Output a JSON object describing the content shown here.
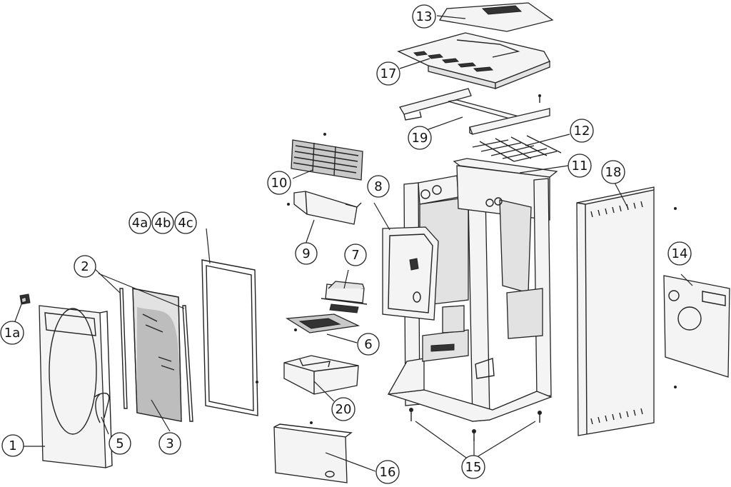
{
  "diagram": {
    "labels": {
      "l1": "1",
      "l1a": "1a",
      "l2": "2",
      "l3": "3",
      "l4a": "4a",
      "l4b": "4b",
      "l4c": "4c",
      "l5": "5",
      "l6": "6",
      "l7": "7",
      "l8": "8",
      "l9": "9",
      "l10": "10",
      "l11": "11",
      "l12": "12",
      "l13": "13",
      "l14": "14",
      "l15": "15",
      "l16": "16",
      "l17": "17",
      "l18": "18",
      "l19": "19",
      "l20": "20"
    }
  }
}
